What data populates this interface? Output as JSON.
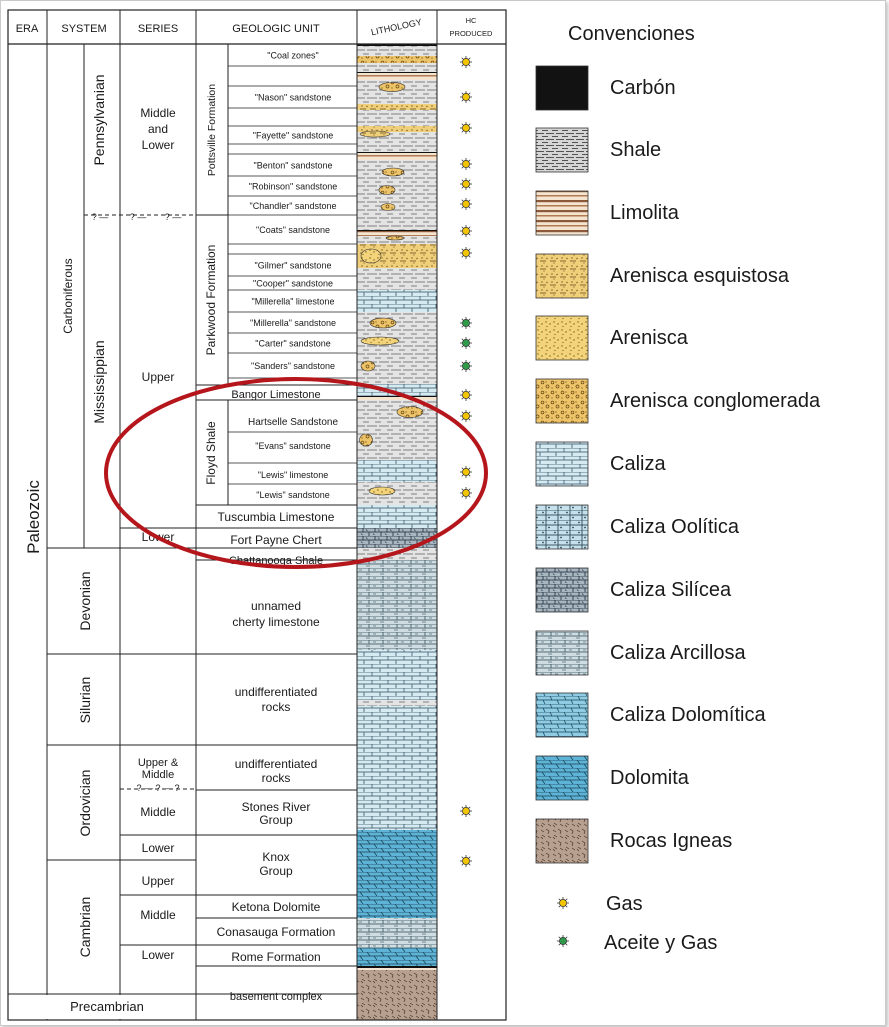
{
  "headers": {
    "era": "ERA",
    "system": "SYSTEM",
    "series": "SERIES",
    "unit": "GEOLOGIC UNIT",
    "lithology": "LITHOLOGY",
    "hc": [
      "HC",
      "PRODUCED"
    ]
  },
  "era": {
    "paleozoic": "Paleozoic",
    "precambrian": "Precambrian"
  },
  "systems": {
    "carboniferous": "Carboniferous",
    "pennsylvanian": "Pennsylvanian",
    "mississippian": "Mississippian",
    "devonian": "Devonian",
    "silurian": "Silurian",
    "ordovician": "Ordovician",
    "cambrian": "Cambrian"
  },
  "boundary_marks": [
    "? —",
    "? —",
    "? —"
  ],
  "ord_boundary_marks": "? — ? — ?",
  "series": {
    "penn": [
      "Middle",
      "and",
      "Lower"
    ],
    "miss_upper": "Upper",
    "miss_lower": "Lower",
    "ord_upper_middle": [
      "Upper &",
      "Middle"
    ],
    "ord_middle": "Middle",
    "ord_lower": "Lower",
    "camb_upper": "Upper",
    "camb_middle": "Middle",
    "camb_lower": "Lower"
  },
  "formations": {
    "pottsville": "Pottsville Formation",
    "parkwood": "Parkwood Formation",
    "floyd": "Floyd Shale"
  },
  "members": {
    "pottsville": [
      "\"Coal zones\"",
      "",
      "\"Nason\" sandstone",
      "",
      "\"Fayette\" sandstone",
      "",
      "\"Benton\" sandstone",
      "\"Robinson\" sandstone",
      "\"Chandler\" sandstone"
    ],
    "parkwood": [
      "\"Coats\" sandstone",
      "",
      "\"Gilmer\" sandstone",
      "\"Cooper\" sandstone",
      "\"Millerella\" limestone",
      "\"Millerella\" sandstone",
      "\"Carter\" sandstone",
      "\"Sanders\" sandstone"
    ],
    "floyd": [
      "\"Evans\" sandstone",
      "\"Lewis\" limestone",
      "\"Lewis\" sandstone"
    ]
  },
  "hartselle": "Hartselle Sandstone",
  "units": {
    "bangor": "Bangor Limestone",
    "tuscumbia": "Tuscumbia Limestone",
    "fort_payne": "Fort Payne Chert",
    "chattanooga": "Chattanooga Shale",
    "unnamed": [
      "unnamed",
      "cherty limestone"
    ],
    "sil_undiff": [
      "undifferentiated",
      "rocks"
    ],
    "ord_undiff": [
      "undifferentiated",
      "rocks"
    ],
    "stones_river": [
      "Stones River",
      "Group"
    ],
    "knox": [
      "Knox",
      "Group"
    ],
    "ketona": "Ketona Dolomite",
    "conasauga": "Conasauga Formation",
    "rome": "Rome Formation",
    "basement": "basement complex"
  },
  "legend": {
    "title": "Convenciones",
    "items": [
      {
        "label": "Carbón",
        "pattern": "coal"
      },
      {
        "label": "Shale",
        "pattern": "shale"
      },
      {
        "label": "Limolita",
        "pattern": "siltstone"
      },
      {
        "label": "Arenisca esquistosa",
        "pattern": "shaly-sandstone"
      },
      {
        "label": "Arenisca",
        "pattern": "sandstone"
      },
      {
        "label": "Arenisca conglomerada",
        "pattern": "conglomeratic-sandstone"
      },
      {
        "label": "Caliza",
        "pattern": "limestone"
      },
      {
        "label": "Caliza Oolítica",
        "pattern": "oolitic-limestone"
      },
      {
        "label": "Caliza Silícea",
        "pattern": "siliceous-limestone"
      },
      {
        "label": "Caliza Arcillosa",
        "pattern": "argillaceous-limestone"
      },
      {
        "label": "Caliza Dolomítica",
        "pattern": "dolomitic-limestone"
      },
      {
        "label": "Dolomita",
        "pattern": "dolomite"
      },
      {
        "label": "Rocas Igneas",
        "pattern": "igneous"
      }
    ],
    "markers": [
      {
        "label": "Gas",
        "type": "gas"
      },
      {
        "label": "Aceite y Gas",
        "type": "oil-gas"
      }
    ]
  },
  "hc_produced": {
    "gas_rows": [
      "Coal zones",
      "Nason",
      "Fayette",
      "Benton",
      "Robinson",
      "Chandler",
      "Coats",
      "Gilmer",
      "Bangor Limestone",
      "Hartselle Sandstone",
      "Lewis limestone",
      "Lewis sandstone",
      "Stones River Group",
      "Knox Group"
    ],
    "oil_gas_rows": [
      "Millerella sandstone",
      "Carter",
      "Sanders"
    ]
  },
  "colors": {
    "line": "#222222",
    "sand": "#f3d47b",
    "limestone": "#cfe6ef",
    "dolomite": "#5fb3d6",
    "igneous": "#b59c8c",
    "siltstone": "#c69a6f",
    "gas": "#f2c500",
    "oil_gas": "#2e9a4a",
    "highlight": "#b5161b"
  }
}
